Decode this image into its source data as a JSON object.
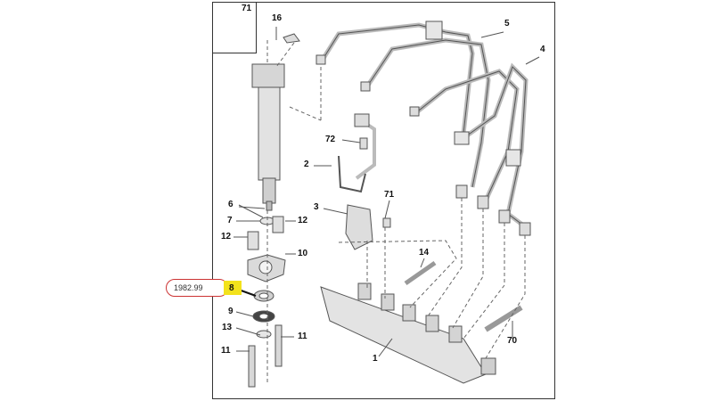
{
  "diagram": {
    "inset_label": "71",
    "callout": {
      "text": "1982.99",
      "highlight_label": "8",
      "color": "#cc3333",
      "highlight_color": "#f3e21c"
    },
    "labels": [
      {
        "id": "l16",
        "text": "16"
      },
      {
        "id": "l5",
        "text": "5"
      },
      {
        "id": "l4",
        "text": "4"
      },
      {
        "id": "l72",
        "text": "72"
      },
      {
        "id": "l2",
        "text": "2"
      },
      {
        "id": "l6",
        "text": "6"
      },
      {
        "id": "l71b",
        "text": "71"
      },
      {
        "id": "l3",
        "text": "3"
      },
      {
        "id": "l7",
        "text": "7"
      },
      {
        "id": "l12a",
        "text": "12"
      },
      {
        "id": "l12b",
        "text": "12"
      },
      {
        "id": "l10",
        "text": "10"
      },
      {
        "id": "l14",
        "text": "14"
      },
      {
        "id": "l9",
        "text": "9"
      },
      {
        "id": "l13",
        "text": "13"
      },
      {
        "id": "l11a",
        "text": "11"
      },
      {
        "id": "l11b",
        "text": "11"
      },
      {
        "id": "l70",
        "text": "70"
      },
      {
        "id": "l1",
        "text": "1"
      }
    ]
  }
}
